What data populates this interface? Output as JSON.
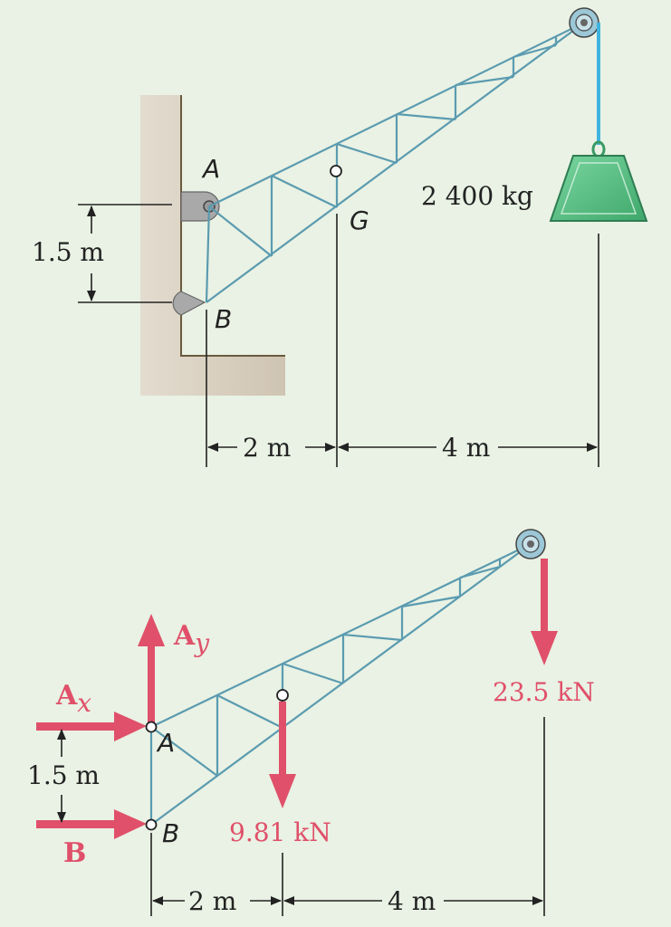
{
  "top": {
    "label_A": "A",
    "label_B": "B",
    "label_G": "G",
    "mass": "2 400 kg",
    "dim_vertical": "1.5 m",
    "dim_2m": "2 m",
    "dim_4m": "4 m"
  },
  "bottom": {
    "Ay": "A",
    "Ay_sub": "y",
    "Ax": "A",
    "Ax_sub": "x",
    "B_force": "B",
    "label_A": "A",
    "label_B": "B",
    "weight_crane": "9.81 kN",
    "weight_load": "23.5 kN",
    "dim_vertical": "1.5 m",
    "dim_2m": "2 m",
    "dim_4m": "4 m"
  },
  "colors": {
    "background": "#e9f2e4",
    "truss": "#5b9bb0",
    "force": "#e0506a",
    "cable": "#3fb4e0",
    "weight": "#55c085",
    "wall": "#d9cfc0"
  }
}
